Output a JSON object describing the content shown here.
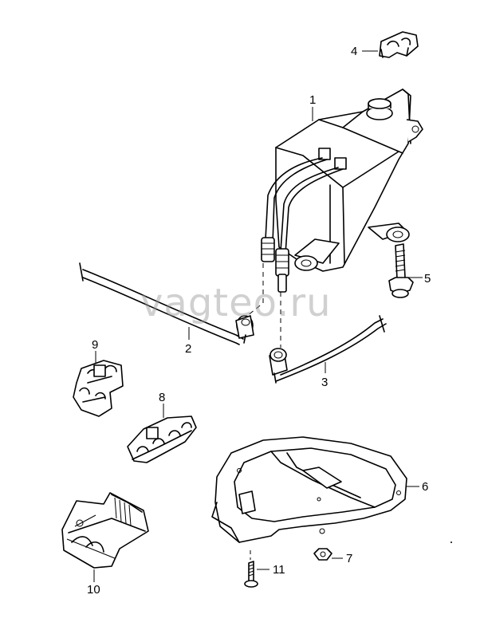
{
  "watermark": "vagteo.ru",
  "callouts": {
    "c1": "1",
    "c2": "2",
    "c3": "3",
    "c4": "4",
    "c5": "5",
    "c6": "6",
    "c7": "7",
    "c8": "8",
    "c9": "9",
    "c10": "10",
    "c11": "11"
  }
}
